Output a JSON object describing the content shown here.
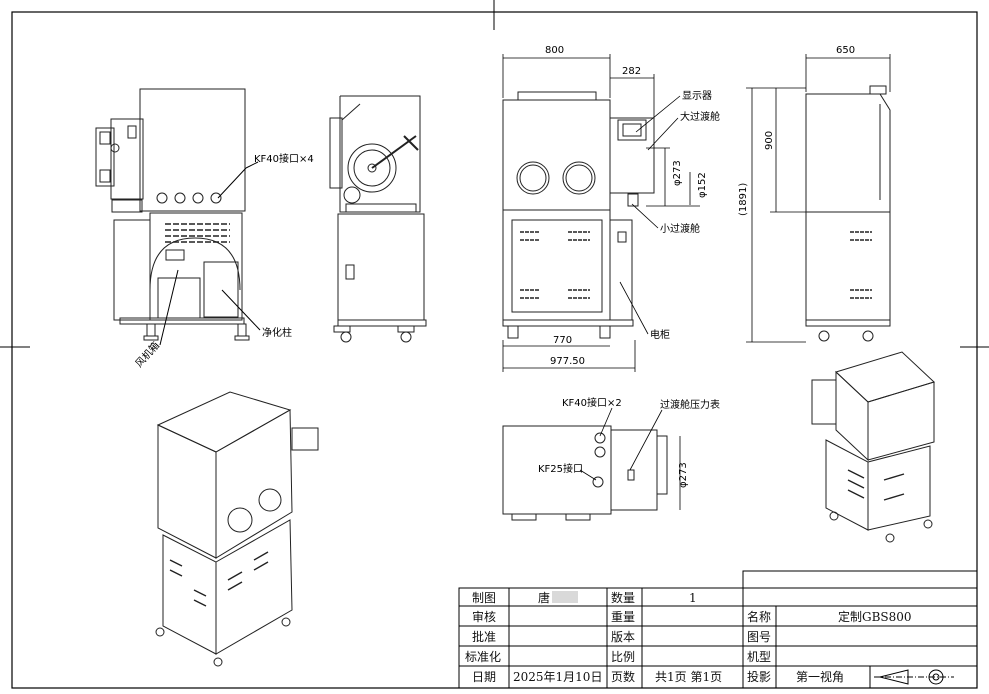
{
  "views": {
    "left_labels": {
      "kf40_ports": "KF40接口×4",
      "blower_box": "风机箱",
      "purifier_column": "净化柱"
    },
    "front_labels": {
      "display": "显示器",
      "large_transfer_chamber": "大过渡舱",
      "small_transfer_chamber": "小过渡舱",
      "electrical_cabinet": "电柜"
    },
    "front_dims": {
      "width_total": "800",
      "chamber_depth": "282",
      "dia_273": "φ273",
      "dia_152": "φ152",
      "base_width": "770",
      "overall_width": "977.50"
    },
    "side_dims": {
      "depth": "650",
      "upper_height": "900",
      "total_height": "(1891)"
    },
    "top_labels": {
      "kf40_ports_2": "KF40接口×2",
      "chamber_gauge": "过渡舱压力表",
      "kf25_port": "KF25接口",
      "dia_273": "φ273"
    }
  },
  "title_block": {
    "rows": [
      {
        "label": "制图",
        "value": "唐",
        "field": "数量",
        "field_value": "1"
      },
      {
        "label": "审核",
        "value": "",
        "field": "重量",
        "field_value": ""
      },
      {
        "label": "批准",
        "value": "",
        "field": "版本",
        "field_value": ""
      },
      {
        "label": "标准化",
        "value": "",
        "field": "比例",
        "field_value": ""
      },
      {
        "label": "日期",
        "value": "2025年1月10日",
        "field": "页数",
        "field_value": "共1页 第1页"
      }
    ],
    "right_rows": [
      {
        "label": "名称",
        "value": "定制GBS800"
      },
      {
        "label": "图号",
        "value": ""
      },
      {
        "label": "机型",
        "value": ""
      },
      {
        "label": "投影",
        "value": "第一视角"
      }
    ]
  }
}
